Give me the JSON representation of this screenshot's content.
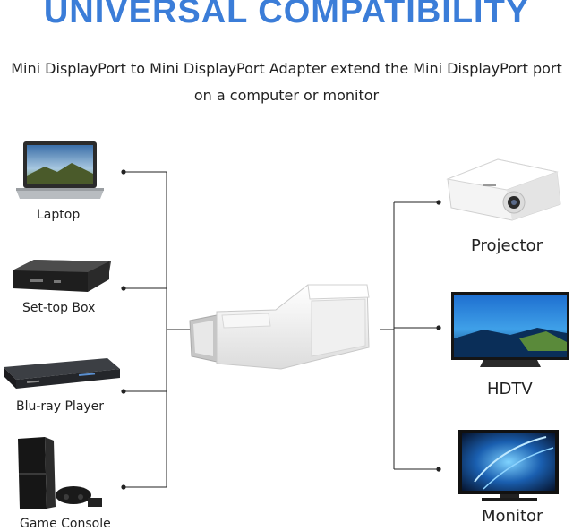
{
  "header": {
    "title": "UNIVERSAL COMPATIBILITY",
    "subtitle_line1": "Mini DisplayPort to Mini DisplayPort Adapter extend the Mini DisplayPort port",
    "subtitle_line2": "on a computer or monitor"
  },
  "sources": [
    {
      "label": "Laptop",
      "icon": "laptop-icon"
    },
    {
      "label": "Set-top Box",
      "icon": "set-top-box-icon"
    },
    {
      "label": "Blu-ray Player",
      "icon": "blu-ray-player-icon"
    },
    {
      "label": "Game Console",
      "icon": "game-console-icon"
    }
  ],
  "displays": [
    {
      "label": "Projector",
      "icon": "projector-icon"
    },
    {
      "label": "HDTV",
      "icon": "hdtv-icon"
    },
    {
      "label": "Monitor",
      "icon": "monitor-icon"
    }
  ],
  "center": {
    "icon": "mini-displayport-adapter-icon"
  },
  "colors": {
    "title": "#3b7dd8",
    "line": "#222222",
    "adapter": "#f2f2f2"
  }
}
